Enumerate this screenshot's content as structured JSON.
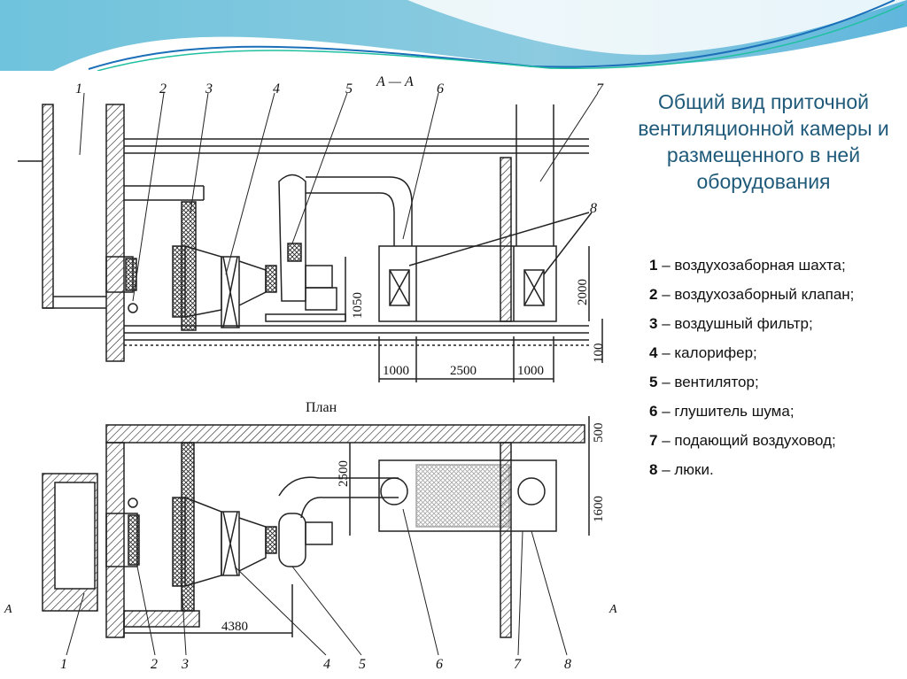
{
  "slide": {
    "title": "Общий вид приточной вентиляционной камеры и размещенного в ней оборудования",
    "legend": [
      {
        "num": "1",
        "text": " – воздухозаборная шахта;"
      },
      {
        "num": "2",
        "text": " – воздухозаборный клапан;"
      },
      {
        "num": "3",
        "text": " – воздушный фильтр;"
      },
      {
        "num": "4",
        "text": " – калорифер;"
      },
      {
        "num": "5",
        "text": " – вентилятор;"
      },
      {
        "num": "6",
        "text": " – глушитель шума;"
      },
      {
        "num": "7",
        "text": " – подающий воздуховод;"
      },
      {
        "num": "8",
        "text": " – люки."
      }
    ]
  },
  "drawing": {
    "section_label": "А — А",
    "plan_label": "План",
    "section_mark_left": "А",
    "section_mark_right": "А",
    "callouts_top": [
      "1",
      "2",
      "3",
      "4",
      "5",
      "6",
      "7",
      "8"
    ],
    "callouts_bottom": [
      "1",
      "2",
      "3",
      "4",
      "5",
      "6",
      "7",
      "8"
    ],
    "dims_top": {
      "d1050": "1050",
      "d2000": "2000",
      "d100": "100",
      "d1000a": "1000",
      "d2500": "2500",
      "d1000b": "1000"
    },
    "dims_plan": {
      "d500": "500",
      "d2500": "2500",
      "d1600": "1600",
      "d4380": "4380"
    }
  },
  "colors": {
    "title": "#1f5a7a",
    "banner": "#7cc3dc"
  }
}
